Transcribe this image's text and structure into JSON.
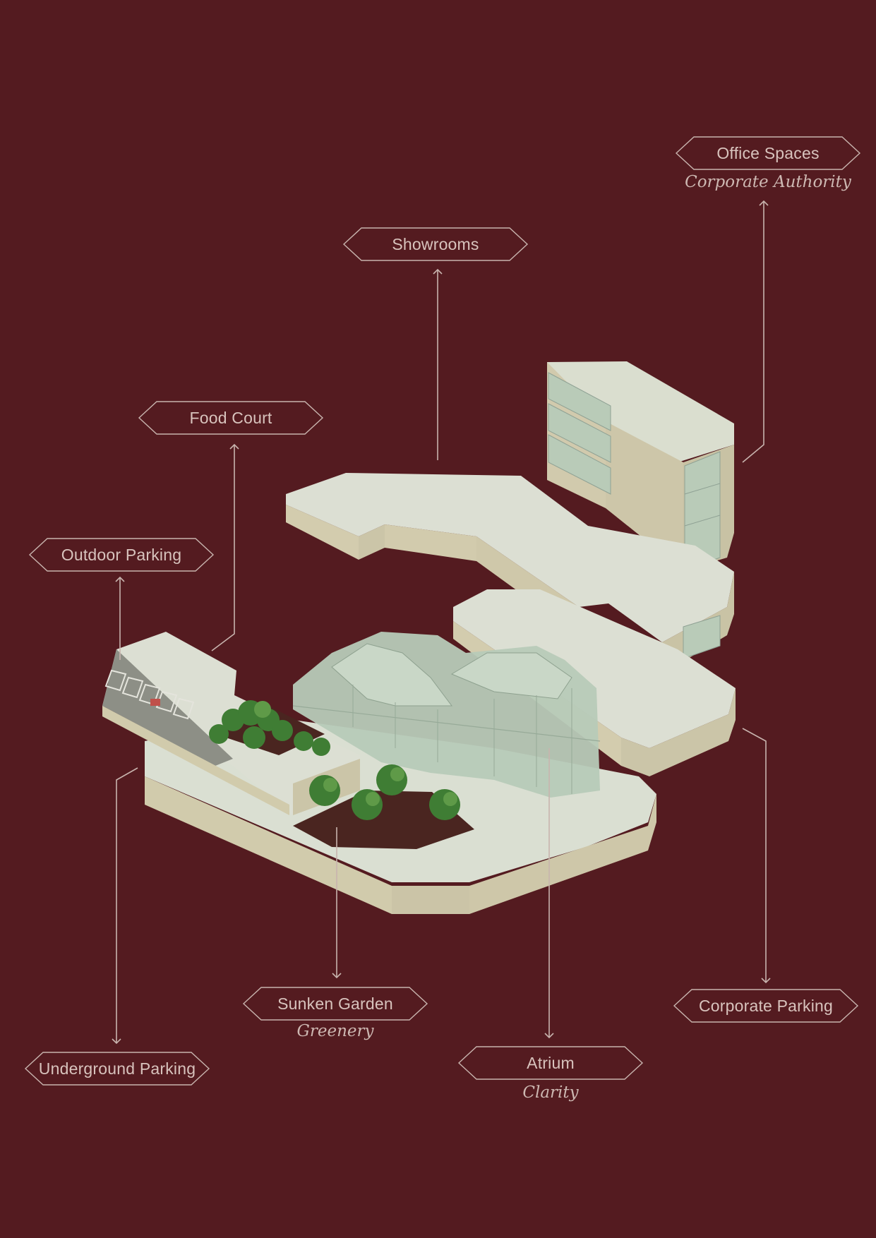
{
  "labels": {
    "office_spaces": {
      "title": "Office Spaces",
      "subtitle": "Corporate Authority"
    },
    "showrooms": {
      "title": "Showrooms"
    },
    "food_court": {
      "title": "Food Court"
    },
    "outdoor_parking": {
      "title": "Outdoor Parking"
    },
    "sunken_garden": {
      "title": "Sunken Garden",
      "subtitle": "Greenery"
    },
    "corporate_parking": {
      "title": "Corporate Parking"
    },
    "underground_parking": {
      "title": "Underground Parking"
    },
    "atrium": {
      "title": "Atrium",
      "subtitle": "Clarity"
    }
  },
  "colors": {
    "background": "#541b20",
    "line": "#c8b4ae",
    "slab_top": "#d9ddd1",
    "stone_wall": "#cdc7aa",
    "glass": "#b2c7b6",
    "tree": "#3f7d34",
    "soil": "#4a2520"
  }
}
